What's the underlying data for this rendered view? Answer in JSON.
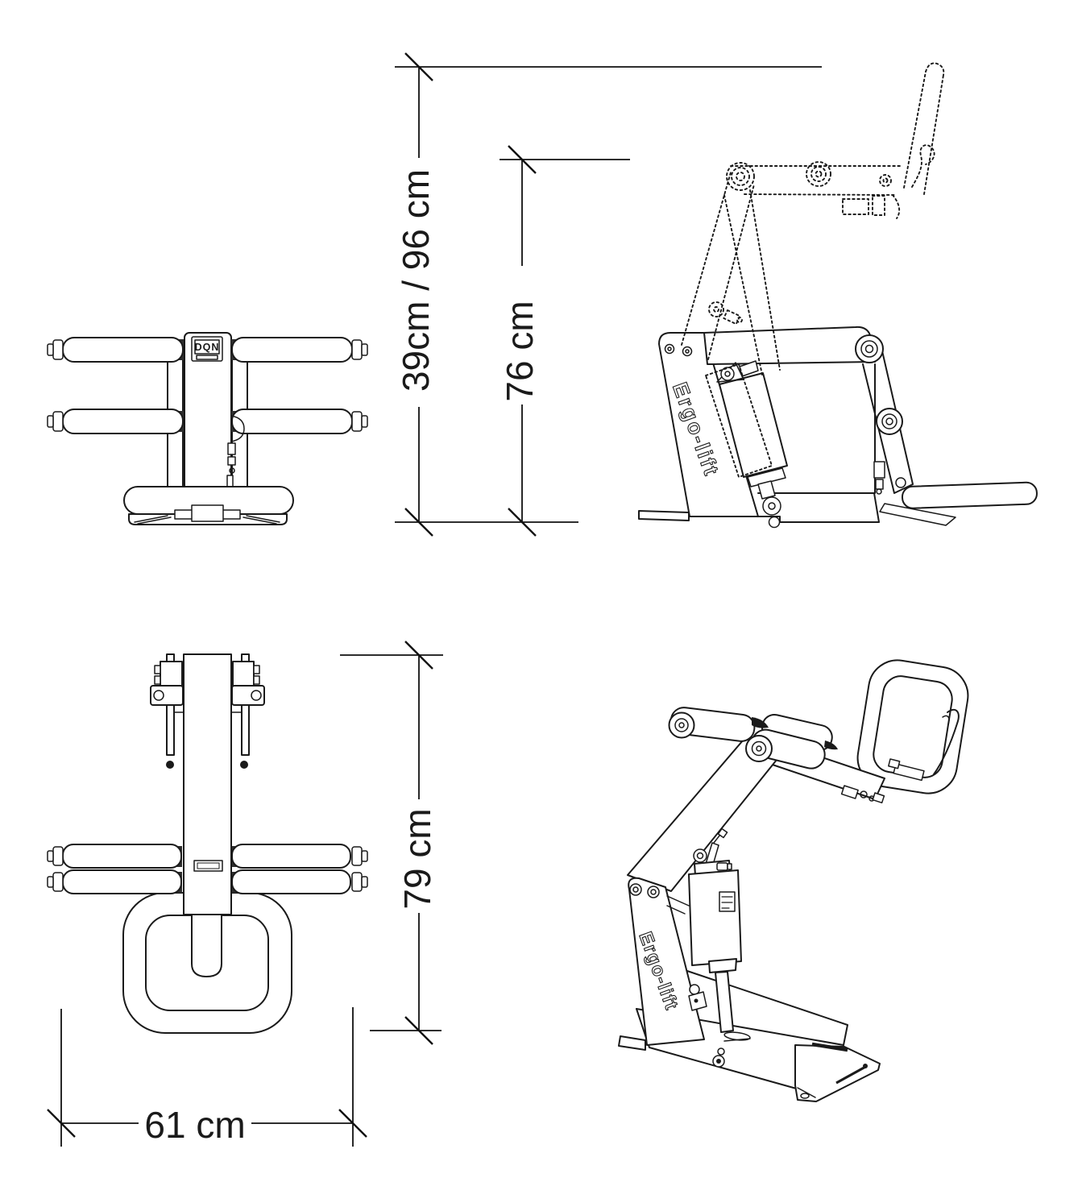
{
  "drawing": {
    "brand_logo": "DQN",
    "product_label": "Ergo-lift",
    "dimensions": {
      "height_range": "39cm / 96 cm",
      "height_mid": "76 cm",
      "depth": "79 cm",
      "width": "61 cm"
    },
    "colors": {
      "line": "#1a1a1a",
      "background": "#ffffff"
    }
  }
}
